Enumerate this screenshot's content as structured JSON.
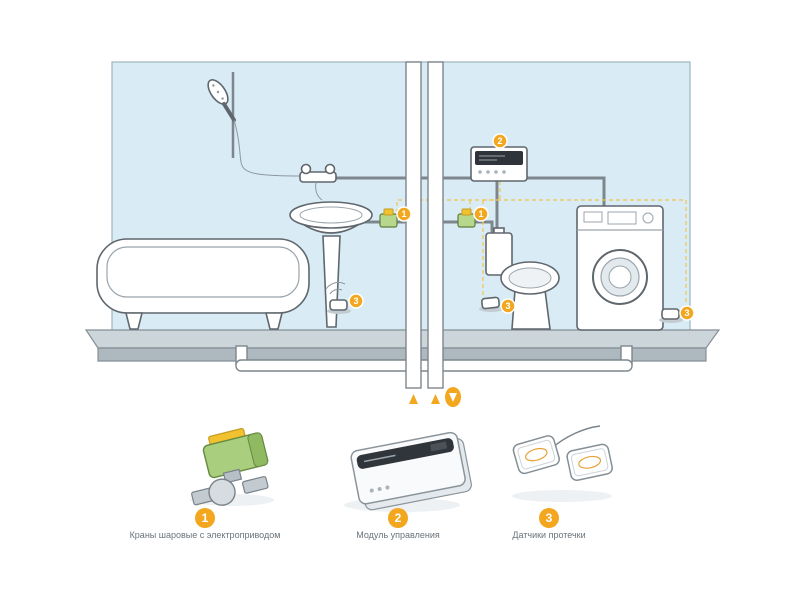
{
  "colors": {
    "accent": "#F2A71E",
    "wall": "#D9ECF6"
  },
  "scene": {
    "badge_valve": "1",
    "badge_module": "2",
    "badge_sensor": "3"
  },
  "legend": {
    "items": [
      {
        "number": "1",
        "label": "Краны шаровые с электроприводом"
      },
      {
        "number": "2",
        "label": "Модуль управления"
      },
      {
        "number": "3",
        "label": "Датчики протечки"
      }
    ]
  }
}
